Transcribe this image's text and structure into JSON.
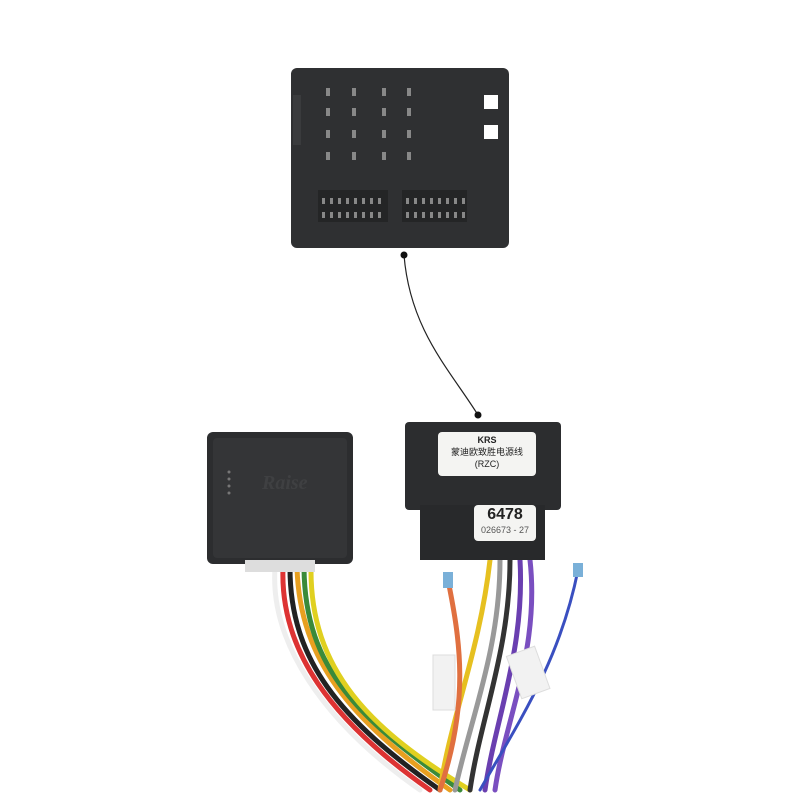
{
  "harness_label": {
    "line1": "KRS",
    "line2": "蒙迪欧致胜电源线",
    "line3": "(RZC)"
  },
  "part_label": {
    "number": "6478",
    "code": "026673 - 27"
  },
  "module_logo": {
    "brand": "Raise"
  },
  "colors": {
    "plastic": "#2e2f31",
    "background": "#ffffff"
  }
}
